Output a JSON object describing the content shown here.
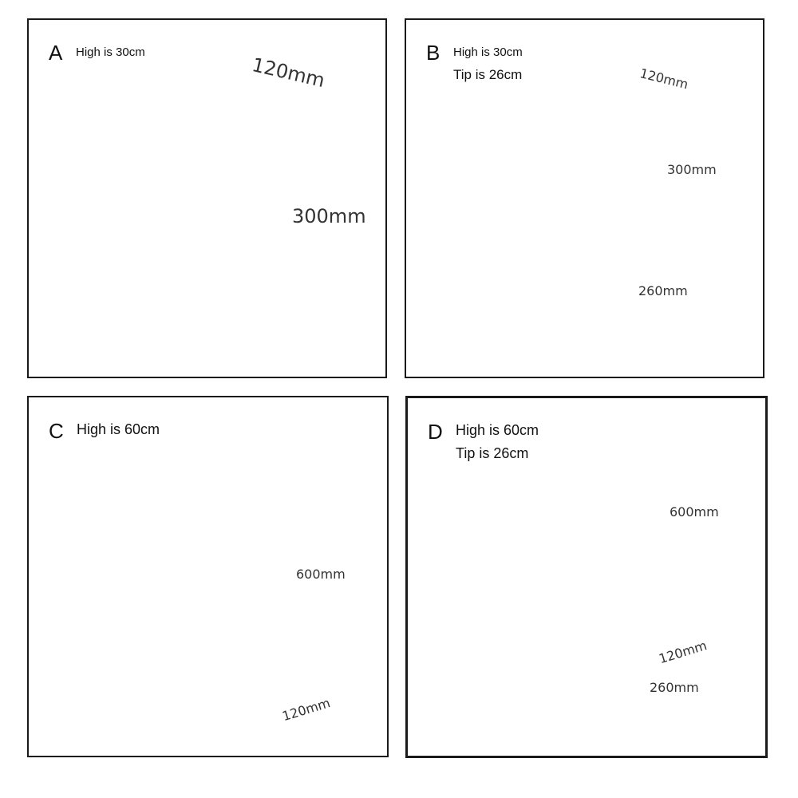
{
  "panels": {
    "a": {
      "letter": "A",
      "lines": [
        "High is 30cm"
      ],
      "dims": {
        "width": "120mm",
        "height": "300mm"
      }
    },
    "b": {
      "letter": "B",
      "lines": [
        "High is 30cm",
        "Tip is 26cm"
      ],
      "dims": {
        "width": "120mm",
        "height": "300mm",
        "tip": "260mm"
      }
    },
    "c": {
      "letter": "C",
      "lines": [
        "High is 60cm"
      ],
      "dims": {
        "height": "600mm",
        "width": "120mm"
      }
    },
    "d": {
      "letter": "D",
      "lines": [
        "High is 60cm",
        "Tip is 26cm"
      ],
      "dims": {
        "height": "600mm",
        "width": "120mm",
        "tip": "260mm"
      }
    }
  },
  "colors": {
    "lamp_body": "#2b2d2f",
    "lamp_shade": "#3a3c3e",
    "diffuser": "#d8d8d8",
    "dim_line": "#888888"
  }
}
